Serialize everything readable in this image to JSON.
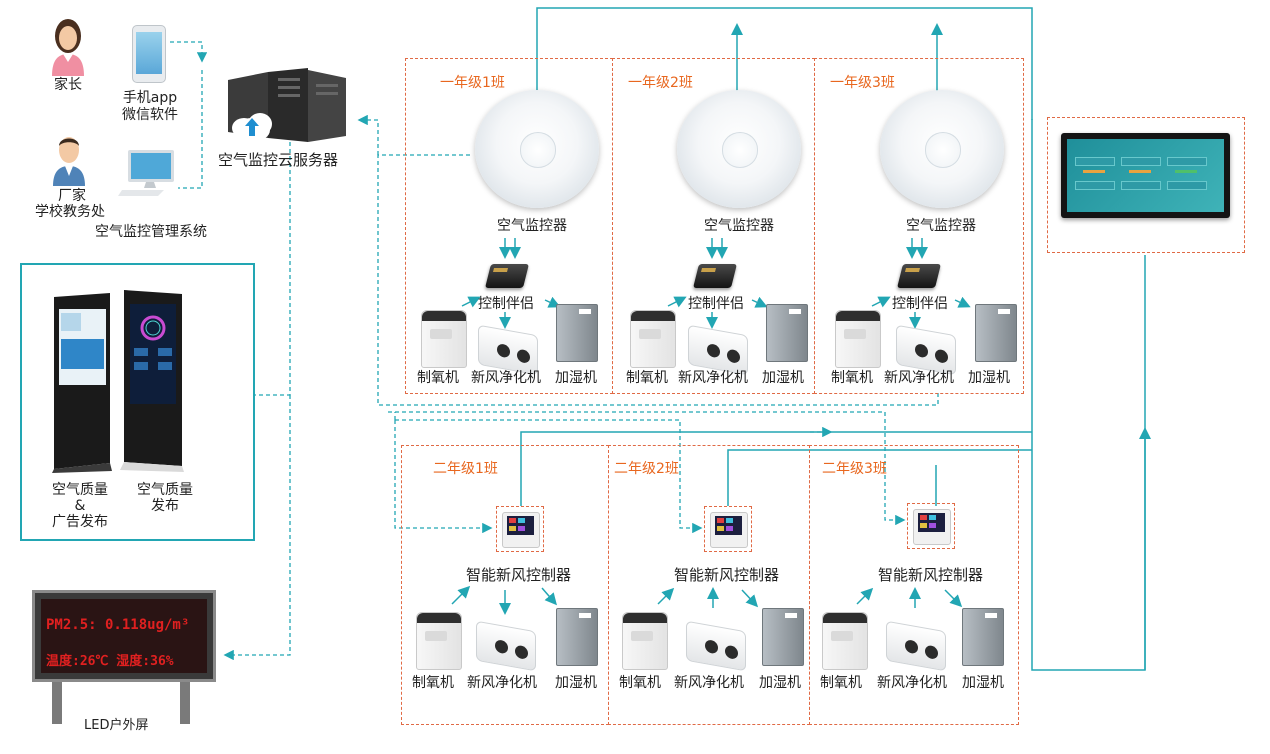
{
  "people": {
    "parent_label": "家长",
    "factory_label": "厂家",
    "school_office_label": "学校教务处"
  },
  "app": {
    "line1": "手机app",
    "line2": "微信软件"
  },
  "mgmt_system_label": "空气监控管理系统",
  "cloud_server_label": "空气监控云服务器",
  "kiosk_panel": {
    "left_label_line1": "空气质量",
    "left_label_line2": "&",
    "left_label_line3": "广告发布",
    "right_label_line1": "空气质量",
    "right_label_line2": "发布"
  },
  "led": {
    "line1": "PM2.5: 0.118ug/m³",
    "line2": "温度:26℃  湿度:36%",
    "label": "LED户外屏"
  },
  "grade1": {
    "classes": [
      {
        "name": "一年级1班"
      },
      {
        "name": "一年级2班"
      },
      {
        "name": "一年级3班"
      }
    ],
    "monitor_label": "空气监控器",
    "companion_label": "控制伴侣"
  },
  "grade2": {
    "classes": [
      {
        "name": "二年级1班"
      },
      {
        "name": "二年级2班"
      },
      {
        "name": "二年级3班"
      }
    ],
    "controller_label": "智能新风控制器"
  },
  "devices": {
    "oxygen": "制氧机",
    "purifier": "新风净化机",
    "humidifier": "加湿机"
  },
  "colors": {
    "line": "#22a6b3",
    "zone_border": "#e06a45",
    "class_title": "#e8671f",
    "led_text": "#e02020"
  }
}
